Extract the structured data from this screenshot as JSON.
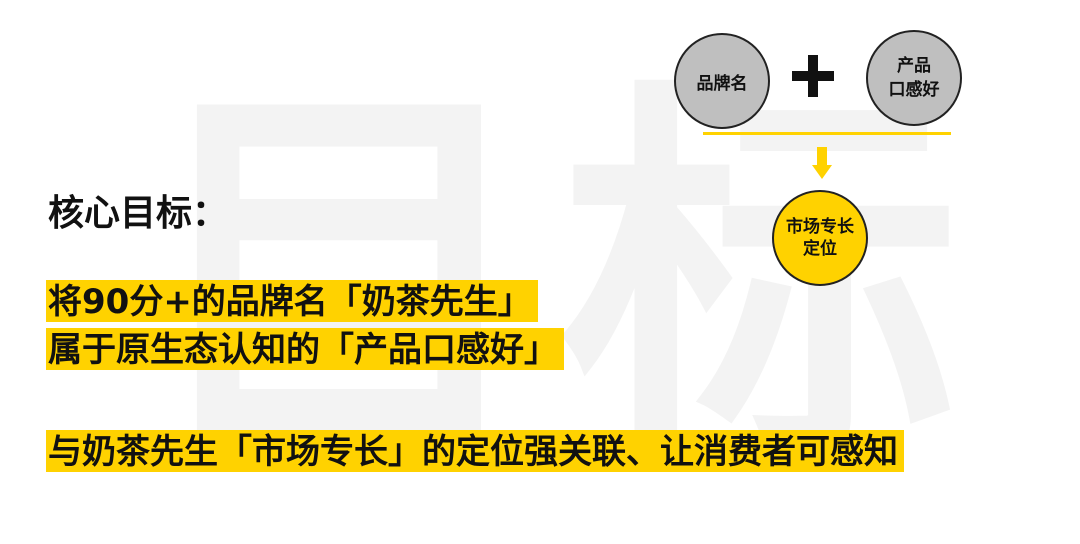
{
  "watermark": "目标",
  "heading": "核心目标：",
  "highlights": [
    "将90分+的品牌名「奶茶先生」",
    "属于原生态认知的「产品口感好」",
    "与奶茶先生「市场专长」的定位强关联、让消费者可感知"
  ],
  "diagram": {
    "brand_circle": "品牌名",
    "product_circle_line1": "产品",
    "product_circle_line2": "口感好",
    "result_circle_line1": "市场专长",
    "result_circle_line2": "定位"
  },
  "colors": {
    "accent_yellow": "#ffd200",
    "circle_gray": "#bfbfbf",
    "text": "#111111"
  }
}
